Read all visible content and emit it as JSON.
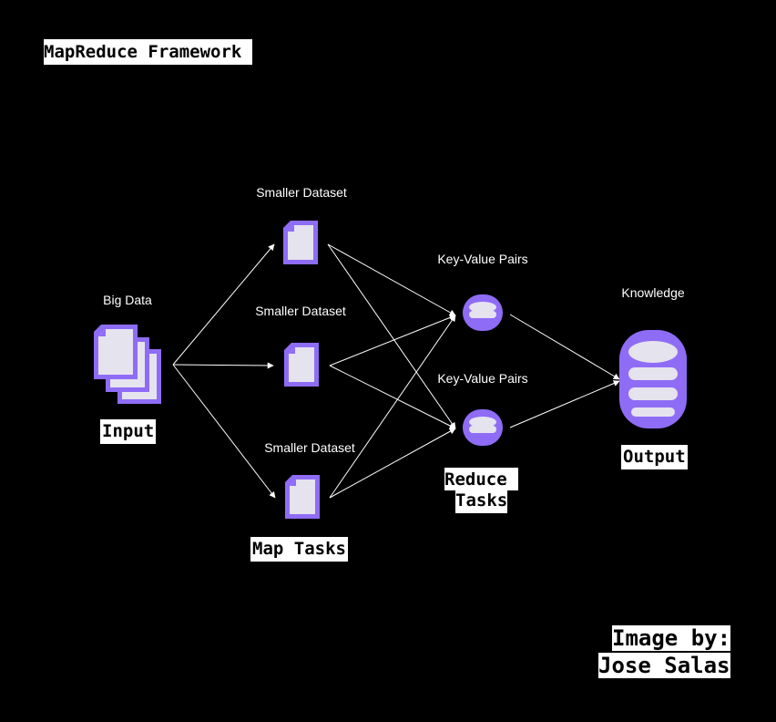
{
  "title": "MapReduce Framework",
  "input": {
    "caption": "Big Data",
    "label": "Input"
  },
  "map": {
    "label": "Map Tasks",
    "datasets": [
      "Smaller Dataset",
      "Smaller Dataset",
      "Smaller Dataset"
    ]
  },
  "reduce": {
    "label_line1": "Reduce",
    "label_line2": "Tasks",
    "pairs": [
      "Key-Value Pairs",
      "Key-Value Pairs"
    ]
  },
  "output": {
    "caption": "Knowledge",
    "label": "Output"
  },
  "credit": {
    "line1": "Image by:",
    "line2": "Jose Salas"
  },
  "colors": {
    "background": "#000000",
    "accent": "#8f6cf6",
    "icon_fill": "#e5e3ee",
    "arrow": "#ffffff"
  },
  "icons": {
    "input": "stacked-documents-icon",
    "dataset": "document-icon",
    "reduce": "database-icon",
    "output": "database-icon"
  }
}
